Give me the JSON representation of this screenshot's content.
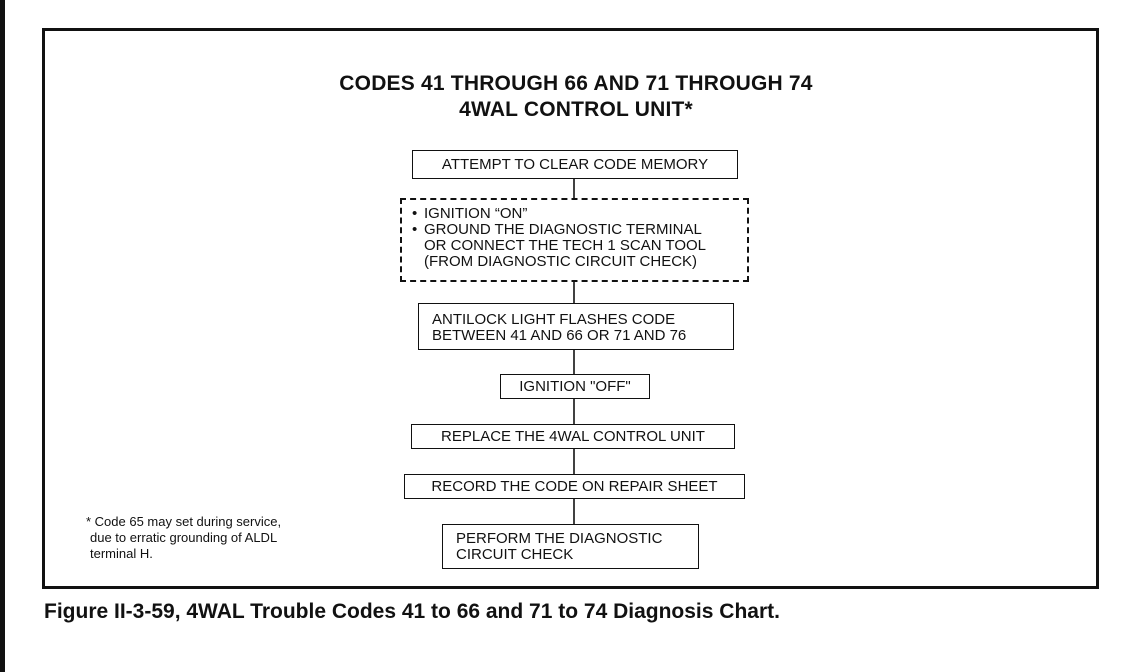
{
  "title": {
    "line1": "CODES 41 THROUGH 66 AND 71 THROUGH 74",
    "line2": "4WAL CONTROL UNIT*"
  },
  "flowchart": {
    "step1": "ATTEMPT TO CLEAR CODE MEMORY",
    "step2": {
      "bullet1": "IGNITION “ON”",
      "bullet2_line1": "GROUND THE DIAGNOSTIC TERMINAL",
      "bullet2_line2": "OR CONNECT THE TECH 1 SCAN TOOL",
      "bullet2_line3": "(FROM DIAGNOSTIC CIRCUIT CHECK)"
    },
    "step3": {
      "line1": "ANTILOCK LIGHT FLASHES CODE",
      "line2": "BETWEEN 41 AND 66 OR 71 AND 76"
    },
    "step4": "IGNITION \"OFF\"",
    "step5": "REPLACE THE 4WAL CONTROL UNIT",
    "step6": "RECORD THE CODE ON REPAIR SHEET",
    "step7": {
      "line1": "PERFORM THE DIAGNOSTIC",
      "line2": "CIRCUIT CHECK"
    }
  },
  "footnote": {
    "line1": "* Code 65 may set during service,",
    "line2": "due to erratic grounding of ALDL",
    "line3": "terminal H."
  },
  "caption": "Figure II-3-59, 4WAL Trouble Codes 41 to 66 and 71 to 74 Diagnosis Chart."
}
